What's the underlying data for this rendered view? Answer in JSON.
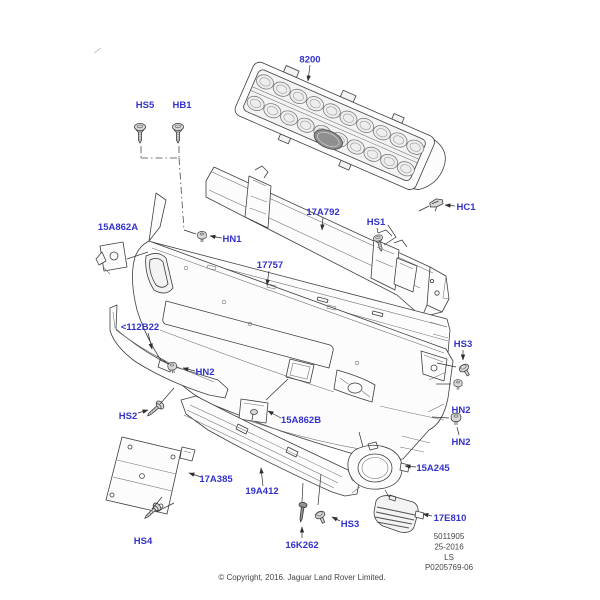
{
  "diagram": {
    "callout_color": "#3333cc",
    "line_color": "#3f3f3f",
    "callouts": {
      "c8200": {
        "text": "8200"
      },
      "hs5": {
        "text": "HS5"
      },
      "hb1": {
        "text": "HB1"
      },
      "hc1": {
        "text": "HC1"
      },
      "hs1": {
        "text": "HS1"
      },
      "p17a792": {
        "text": "17A792"
      },
      "hn1": {
        "text": "HN1"
      },
      "p15a862a": {
        "text": "15A862A"
      },
      "p17757": {
        "text": "17757"
      },
      "p112b22": {
        "text": "<112B22"
      },
      "hn2_left": {
        "text": "HN2"
      },
      "hs2": {
        "text": "HS2"
      },
      "p15a862b": {
        "text": "15A862B"
      },
      "hs3_right": {
        "text": "HS3"
      },
      "hn2_right_upper": {
        "text": "HN2"
      },
      "hn2_right_lower": {
        "text": "HN2"
      },
      "p17a385": {
        "text": "17A385"
      },
      "p19a412": {
        "text": "19A412"
      },
      "hs4": {
        "text": "HS4"
      },
      "p16k262": {
        "text": "16K262"
      },
      "hs3_bottom": {
        "text": "HS3"
      },
      "p15a245": {
        "text": "15A245"
      },
      "p17e810": {
        "text": "17E810"
      }
    },
    "stamp": {
      "line1": "5011905",
      "line2": "25-2016",
      "line3": "LS",
      "line4": "P0205769-06"
    },
    "copyright": "© Copyright, 2016. Jaguar Land Rover Limited."
  }
}
